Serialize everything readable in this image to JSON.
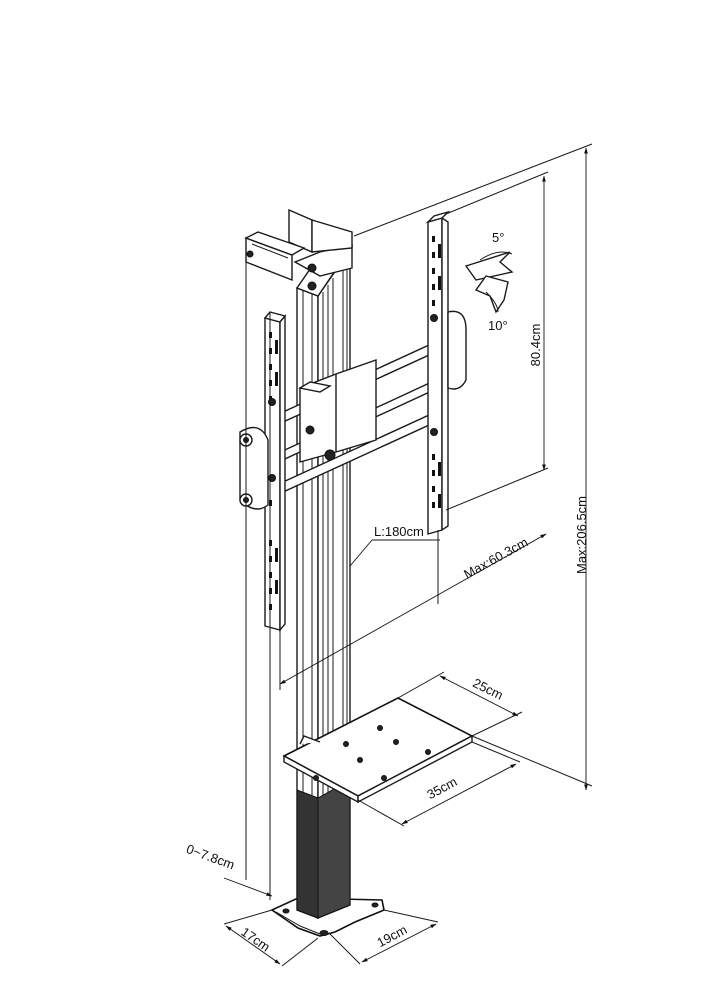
{
  "dimensions": {
    "height_max": "Max:206.5cm",
    "vesa_height": "80.4cm",
    "width_max": "Max:60.3cm",
    "column_length": "L:180cm",
    "shelf_depth": "25cm",
    "shelf_width": "35cm",
    "wall_gap": "0~7.8cm",
    "base_depth": "17cm",
    "base_width": "19cm"
  },
  "tilt": {
    "up": "5°",
    "down": "10°"
  }
}
